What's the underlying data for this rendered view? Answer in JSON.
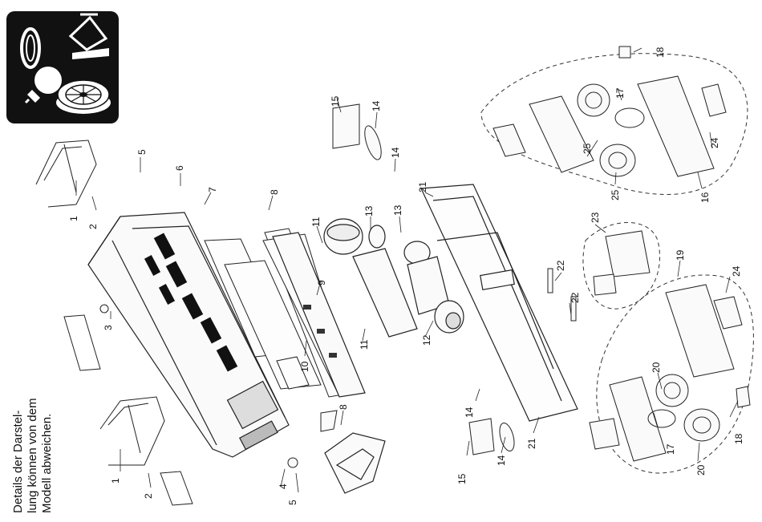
{
  "note_lines": [
    "Details der Darstel-",
    "lung können von dem",
    "Modell abweichen."
  ],
  "part_labels": [
    {
      "id": "p1a",
      "text": "1"
    },
    {
      "id": "p2a",
      "text": "2"
    },
    {
      "id": "p1b",
      "text": "1"
    },
    {
      "id": "p2b",
      "text": "2"
    },
    {
      "id": "p3",
      "text": "3"
    },
    {
      "id": "p4",
      "text": "4"
    },
    {
      "id": "p5a",
      "text": "5"
    },
    {
      "id": "p5b",
      "text": "5"
    },
    {
      "id": "p6",
      "text": "6"
    },
    {
      "id": "p7",
      "text": "7"
    },
    {
      "id": "p8a",
      "text": "8"
    },
    {
      "id": "p8b",
      "text": "8"
    },
    {
      "id": "p9",
      "text": "9"
    },
    {
      "id": "p10",
      "text": "10"
    },
    {
      "id": "p11a",
      "text": "11"
    },
    {
      "id": "p11b",
      "text": "11"
    },
    {
      "id": "p12",
      "text": "12"
    },
    {
      "id": "p13a",
      "text": "13"
    },
    {
      "id": "p13b",
      "text": "13"
    },
    {
      "id": "p14a",
      "text": "14"
    },
    {
      "id": "p14b",
      "text": "14"
    },
    {
      "id": "p14c",
      "text": "14"
    },
    {
      "id": "p14d",
      "text": "14"
    },
    {
      "id": "p15a",
      "text": "15"
    },
    {
      "id": "p15b",
      "text": "15"
    },
    {
      "id": "p16",
      "text": "16"
    },
    {
      "id": "p17a",
      "text": "17"
    },
    {
      "id": "p17b",
      "text": "17"
    },
    {
      "id": "p18a",
      "text": "18"
    },
    {
      "id": "p18b",
      "text": "18"
    },
    {
      "id": "p19",
      "text": "19"
    },
    {
      "id": "p20a",
      "text": "20"
    },
    {
      "id": "p20b",
      "text": "20"
    },
    {
      "id": "p21a",
      "text": "21"
    },
    {
      "id": "p21b",
      "text": "21"
    },
    {
      "id": "p22a",
      "text": "22"
    },
    {
      "id": "p22b",
      "text": "22"
    },
    {
      "id": "p23",
      "text": "23"
    },
    {
      "id": "p24a",
      "text": "24"
    },
    {
      "id": "p24b",
      "text": "24"
    },
    {
      "id": "p25a",
      "text": "25"
    },
    {
      "id": "p25b",
      "text": "25"
    }
  ],
  "service_icons": [
    "traction-tire-icon",
    "pickup-shoe-icon",
    "light-bulb-icon",
    "wheel-icon"
  ]
}
